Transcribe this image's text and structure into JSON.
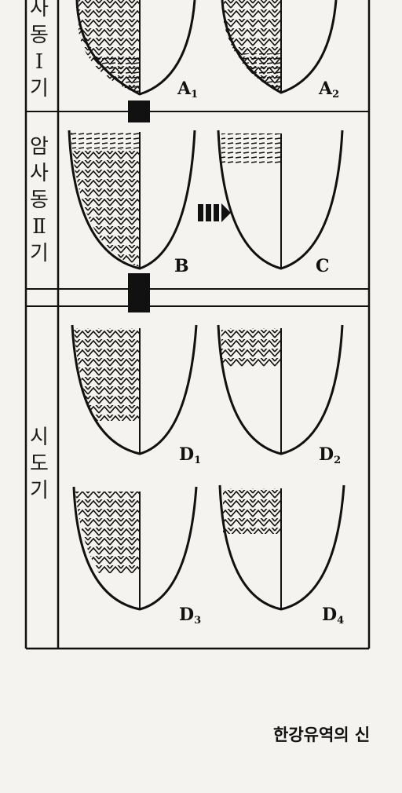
{
  "periods": [
    {
      "id": "amsadong-1",
      "label_chars": [
        "사",
        "동",
        "Ⅰ",
        "기"
      ]
    },
    {
      "id": "amsadong-2",
      "label_chars": [
        "암",
        "사",
        "동",
        "Ⅱ",
        "기"
      ]
    },
    {
      "id": "sido",
      "label_chars": [
        "시",
        "도",
        "기"
      ]
    }
  ],
  "vessels": [
    {
      "id": "A1",
      "letter": "A",
      "sub": "1"
    },
    {
      "id": "A2",
      "letter": "A",
      "sub": "2"
    },
    {
      "id": "B",
      "letter": "B",
      "sub": ""
    },
    {
      "id": "C",
      "letter": "C",
      "sub": ""
    },
    {
      "id": "D1",
      "letter": "D",
      "sub": "1"
    },
    {
      "id": "D2",
      "letter": "D",
      "sub": "2"
    },
    {
      "id": "D3",
      "letter": "D",
      "sub": "3"
    },
    {
      "id": "D4",
      "letter": "D",
      "sub": "4"
    }
  ],
  "footer_text": "한강유역의 신",
  "colors": {
    "ink": "#111111",
    "paper": "#f4f3ef"
  }
}
